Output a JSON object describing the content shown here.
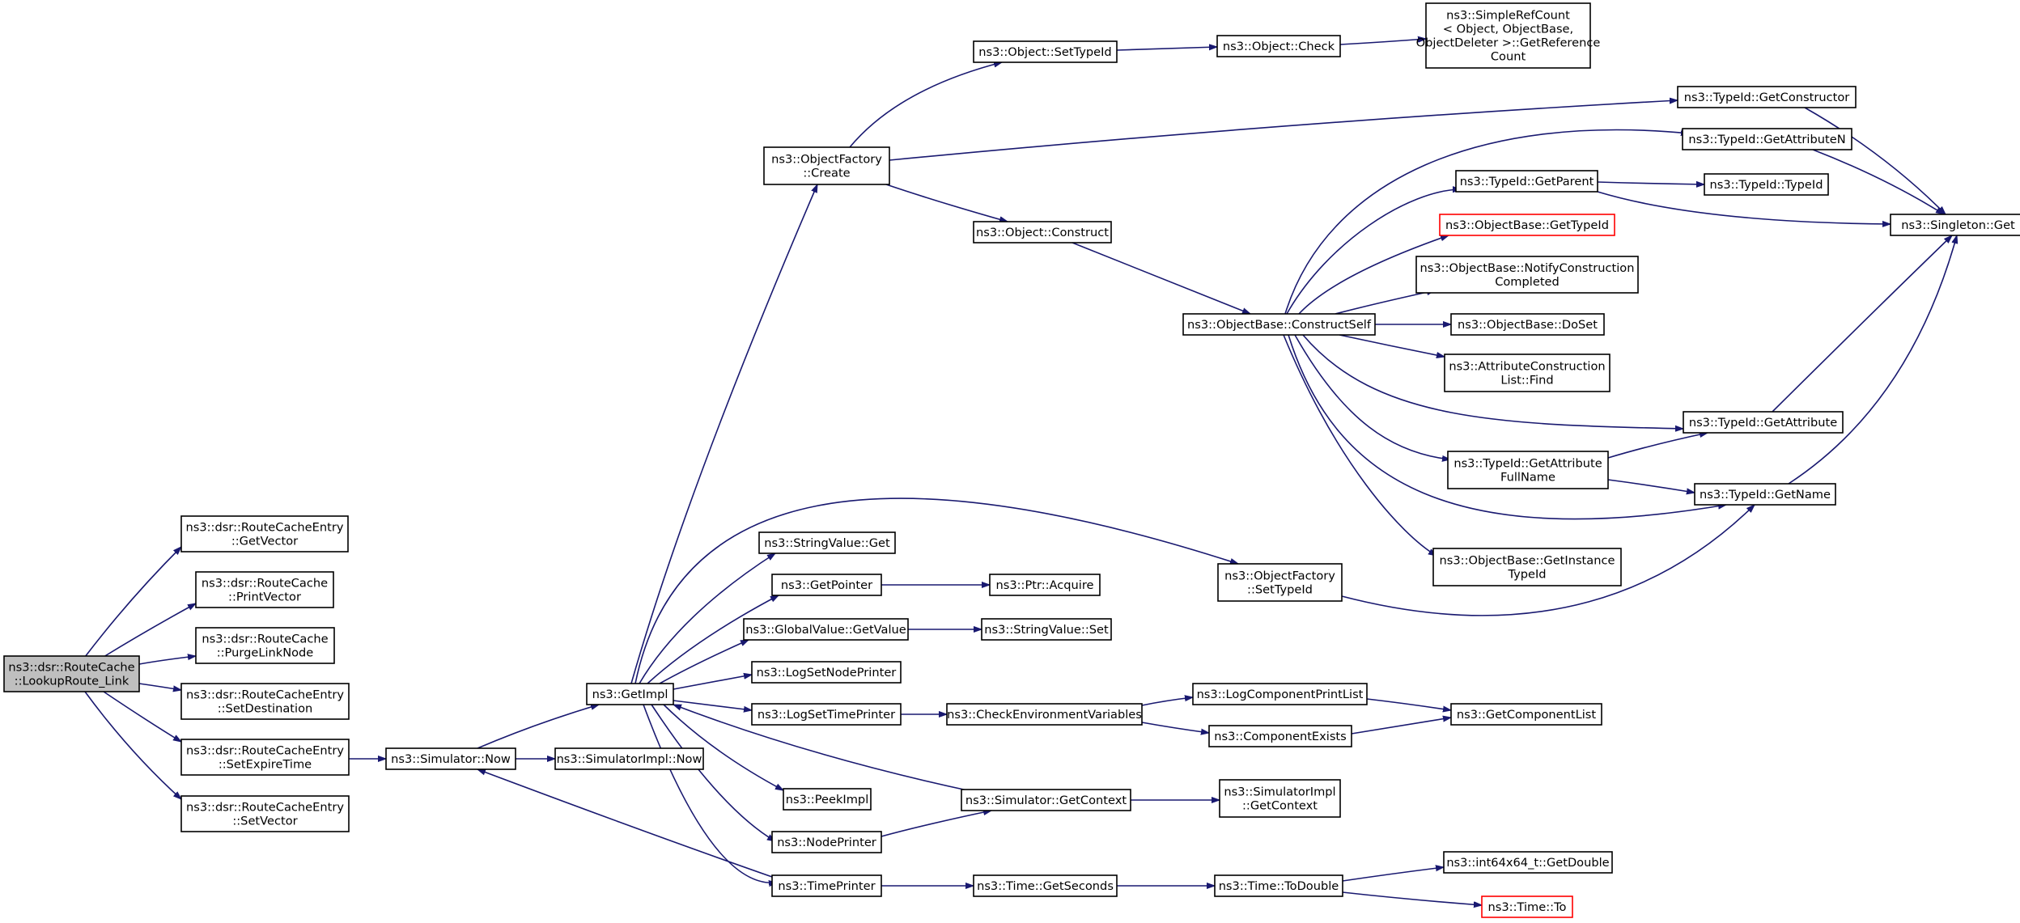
{
  "diagram": {
    "colors": {
      "edge": "#191970",
      "root_fill": "#bfbfbf",
      "missing_border": "#ff0000",
      "node_border": "#000000"
    },
    "nodes": [
      {
        "id": "root",
        "lines": [
          "ns3::dsr::RouteCache",
          "::LookupRoute_Link"
        ],
        "kind": "root"
      },
      {
        "id": "getvector",
        "lines": [
          "ns3::dsr::RouteCacheEntry",
          "::GetVector"
        ]
      },
      {
        "id": "printvector",
        "lines": [
          "ns3::dsr::RouteCache",
          "::PrintVector"
        ]
      },
      {
        "id": "purgelinknode",
        "lines": [
          "ns3::dsr::RouteCache",
          "::PurgeLinkNode"
        ]
      },
      {
        "id": "setdestination",
        "lines": [
          "ns3::dsr::RouteCacheEntry",
          "::SetDestination"
        ]
      },
      {
        "id": "setexpiretime",
        "lines": [
          "ns3::dsr::RouteCacheEntry",
          "::SetExpireTime"
        ]
      },
      {
        "id": "setvector",
        "lines": [
          "ns3::dsr::RouteCacheEntry",
          "::SetVector"
        ]
      },
      {
        "id": "simnow",
        "lines": [
          "ns3::Simulator::Now"
        ]
      },
      {
        "id": "simimplnow",
        "lines": [
          "ns3::SimulatorImpl::Now"
        ]
      },
      {
        "id": "getimpl",
        "lines": [
          "ns3::GetImpl"
        ]
      },
      {
        "id": "ofcreate",
        "lines": [
          "ns3::ObjectFactory",
          "::Create"
        ]
      },
      {
        "id": "settypeid",
        "lines": [
          "ns3::Object::SetTypeId"
        ]
      },
      {
        "id": "objcheck",
        "lines": [
          "ns3::Object::Check"
        ]
      },
      {
        "id": "getrefcount",
        "lines": [
          "ns3::SimpleRefCount",
          "< Object, ObjectBase,",
          " ObjectDeleter >::GetReference",
          "Count"
        ]
      },
      {
        "id": "getconstructor",
        "lines": [
          "ns3::TypeId::GetConstructor"
        ]
      },
      {
        "id": "getattributen",
        "lines": [
          "ns3::TypeId::GetAttributeN"
        ]
      },
      {
        "id": "getparent",
        "lines": [
          "ns3::TypeId::GetParent"
        ]
      },
      {
        "id": "typeidtypeid",
        "lines": [
          "ns3::TypeId::TypeId"
        ]
      },
      {
        "id": "singletonget",
        "lines": [
          "ns3::Singleton::Get"
        ]
      },
      {
        "id": "obgettypeid",
        "lines": [
          "ns3::ObjectBase::GetTypeId"
        ],
        "kind": "missing"
      },
      {
        "id": "notifyconstruction",
        "lines": [
          "ns3::ObjectBase::NotifyConstruction",
          "Completed"
        ]
      },
      {
        "id": "objconstruct",
        "lines": [
          "ns3::Object::Construct"
        ]
      },
      {
        "id": "constructself",
        "lines": [
          "ns3::ObjectBase::ConstructSelf"
        ]
      },
      {
        "id": "doset",
        "lines": [
          "ns3::ObjectBase::DoSet"
        ]
      },
      {
        "id": "acfind",
        "lines": [
          "ns3::AttributeConstruction",
          "List::Find"
        ]
      },
      {
        "id": "getattribute",
        "lines": [
          "ns3::TypeId::GetAttribute"
        ]
      },
      {
        "id": "getattributefullname",
        "lines": [
          "ns3::TypeId::GetAttribute",
          "FullName"
        ]
      },
      {
        "id": "getname",
        "lines": [
          "ns3::TypeId::GetName"
        ]
      },
      {
        "id": "getinstancetypeid",
        "lines": [
          "ns3::ObjectBase::GetInstance",
          "TypeId"
        ]
      },
      {
        "id": "stringvalueget",
        "lines": [
          "ns3::StringValue::Get"
        ]
      },
      {
        "id": "getpointer",
        "lines": [
          "ns3::GetPointer"
        ]
      },
      {
        "id": "ptracquire",
        "lines": [
          "ns3::Ptr::Acquire"
        ]
      },
      {
        "id": "ofsettypeid",
        "lines": [
          "ns3::ObjectFactory",
          "::SetTypeId"
        ]
      },
      {
        "id": "gvgetvalue",
        "lines": [
          "ns3::GlobalValue::GetValue"
        ]
      },
      {
        "id": "stringvalueset",
        "lines": [
          "ns3::StringValue::Set"
        ]
      },
      {
        "id": "logsetnodeprinter",
        "lines": [
          "ns3::LogSetNodePrinter"
        ]
      },
      {
        "id": "logsettimeprinter",
        "lines": [
          "ns3::LogSetTimePrinter"
        ]
      },
      {
        "id": "checkenv",
        "lines": [
          "ns3::CheckEnvironmentVariables"
        ]
      },
      {
        "id": "logcompprintlist",
        "lines": [
          "ns3::LogComponentPrintList"
        ]
      },
      {
        "id": "getcomplist",
        "lines": [
          "ns3::GetComponentList"
        ]
      },
      {
        "id": "compexists",
        "lines": [
          "ns3::ComponentExists"
        ]
      },
      {
        "id": "peekimpl",
        "lines": [
          "ns3::PeekImpl"
        ]
      },
      {
        "id": "simgetcontext",
        "lines": [
          "ns3::Simulator::GetContext"
        ]
      },
      {
        "id": "simimplgetcontext",
        "lines": [
          "ns3::SimulatorImpl",
          "::GetContext"
        ]
      },
      {
        "id": "nodeprinter",
        "lines": [
          "ns3::NodePrinter"
        ]
      },
      {
        "id": "timeprinter",
        "lines": [
          "ns3::TimePrinter"
        ]
      },
      {
        "id": "timegetseconds",
        "lines": [
          "ns3::Time::GetSeconds"
        ]
      },
      {
        "id": "timetodouble",
        "lines": [
          "ns3::Time::ToDouble"
        ]
      },
      {
        "id": "int64getdouble",
        "lines": [
          "ns3::int64x64_t::GetDouble"
        ]
      },
      {
        "id": "timeto",
        "lines": [
          "ns3::Time::To"
        ],
        "kind": "missing"
      }
    ],
    "edges": [
      [
        "root",
        "getvector"
      ],
      [
        "root",
        "printvector"
      ],
      [
        "root",
        "purgelinknode"
      ],
      [
        "root",
        "setdestination"
      ],
      [
        "root",
        "setexpiretime"
      ],
      [
        "root",
        "setvector"
      ],
      [
        "setexpiretime",
        "simnow"
      ],
      [
        "simnow",
        "getimpl"
      ],
      [
        "simnow",
        "simimplnow"
      ],
      [
        "getimpl",
        "ofcreate"
      ],
      [
        "getimpl",
        "stringvalueget"
      ],
      [
        "getimpl",
        "getpointer"
      ],
      [
        "getimpl",
        "gvgetvalue"
      ],
      [
        "getimpl",
        "logsetnodeprinter"
      ],
      [
        "getimpl",
        "logsettimeprinter"
      ],
      [
        "getimpl",
        "peekimpl"
      ],
      [
        "getimpl",
        "nodeprinter"
      ],
      [
        "getimpl",
        "timeprinter"
      ],
      [
        "getimpl",
        "ofsettypeid"
      ],
      [
        "ofcreate",
        "settypeid"
      ],
      [
        "ofcreate",
        "getconstructor"
      ],
      [
        "ofcreate",
        "objconstruct"
      ],
      [
        "settypeid",
        "objcheck"
      ],
      [
        "objcheck",
        "getrefcount"
      ],
      [
        "getconstructor",
        "singletonget"
      ],
      [
        "getattributen",
        "singletonget"
      ],
      [
        "getparent",
        "typeidtypeid"
      ],
      [
        "getparent",
        "singletonget"
      ],
      [
        "objconstruct",
        "constructself"
      ],
      [
        "constructself",
        "getattributen"
      ],
      [
        "constructself",
        "getparent"
      ],
      [
        "constructself",
        "obgettypeid"
      ],
      [
        "constructself",
        "notifyconstruction"
      ],
      [
        "constructself",
        "doset"
      ],
      [
        "constructself",
        "acfind"
      ],
      [
        "constructself",
        "getattribute"
      ],
      [
        "constructself",
        "getattributefullname"
      ],
      [
        "constructself",
        "getname"
      ],
      [
        "constructself",
        "getinstancetypeid"
      ],
      [
        "getattribute",
        "singletonget"
      ],
      [
        "getattributefullname",
        "getattribute"
      ],
      [
        "getattributefullname",
        "getname"
      ],
      [
        "getname",
        "singletonget"
      ],
      [
        "ofsettypeid",
        "getname"
      ],
      [
        "getpointer",
        "ptracquire"
      ],
      [
        "gvgetvalue",
        "stringvalueset"
      ],
      [
        "logsettimeprinter",
        "checkenv"
      ],
      [
        "checkenv",
        "logcompprintlist"
      ],
      [
        "checkenv",
        "compexists"
      ],
      [
        "logcompprintlist",
        "getcomplist"
      ],
      [
        "compexists",
        "getcomplist"
      ],
      [
        "simgetcontext",
        "getimpl"
      ],
      [
        "simgetcontext",
        "simimplgetcontext"
      ],
      [
        "nodeprinter",
        "simgetcontext"
      ],
      [
        "timeprinter",
        "simnow"
      ],
      [
        "timeprinter",
        "timegetseconds"
      ],
      [
        "timegetseconds",
        "timetodouble"
      ],
      [
        "timetodouble",
        "int64getdouble"
      ],
      [
        "timetodouble",
        "timeto"
      ]
    ]
  }
}
